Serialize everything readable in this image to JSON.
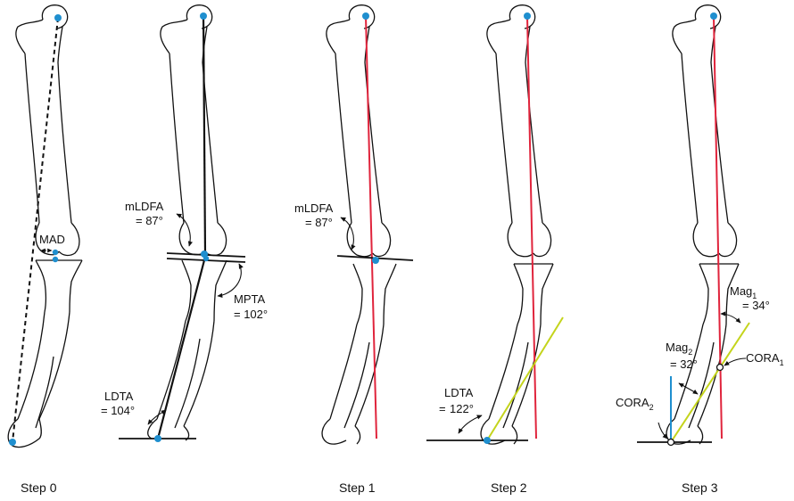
{
  "colors": {
    "bone": "#111111",
    "point": "#1f8fcf",
    "mechanical_axis": "#e0243c",
    "tibial_axis": "#c4d41c",
    "reference_axis": "#1f8fcf"
  },
  "steps": {
    "step0": "Step 0",
    "step1": "Step 1",
    "step2": "Step 2",
    "step3": "Step 3"
  },
  "labels": {
    "mad": "MAD",
    "mldfa_name": "mLDFA",
    "mldfa_value": "= 87°",
    "mpta_name": "MPTA",
    "mpta_value": "= 102°",
    "ldta_name": "LDTA",
    "ldta_value_panel1": "= 104°",
    "ldta_value_panel3": "122°",
    "mag1_name": "Mag",
    "mag1_sub": "1",
    "mag1_value": "= 34°",
    "mag2_name": "Mag",
    "mag2_sub": "2",
    "mag2_value": "= 32°",
    "cora1_name": "CORA",
    "cora1_sub": "1",
    "cora2_name": "CORA",
    "cora2_sub": "2"
  }
}
